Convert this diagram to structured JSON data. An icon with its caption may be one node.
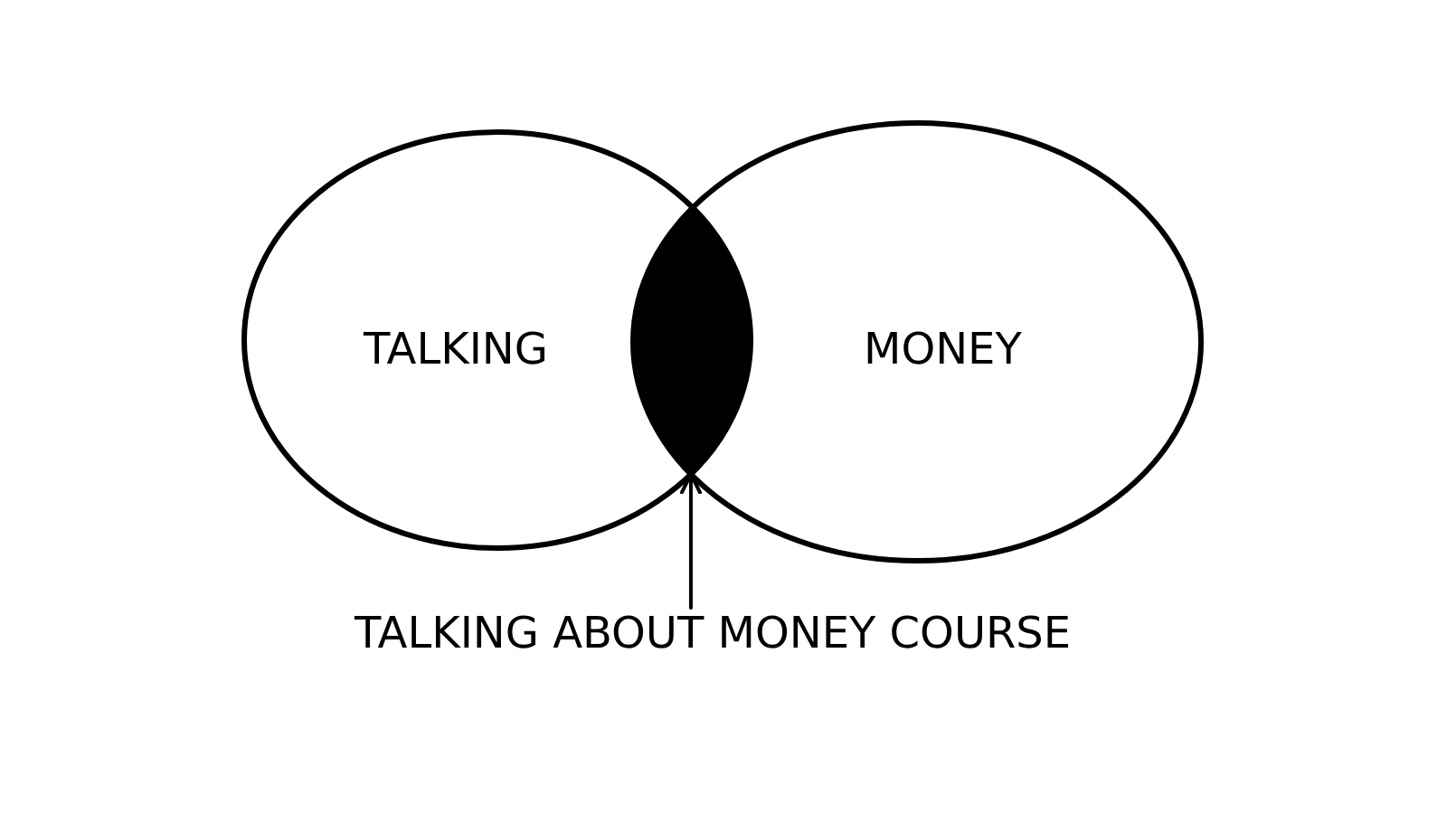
{
  "diagram": {
    "nodes": [
      {
        "text": [
          "TALKING"
        ]
      },
      {
        "text": [
          "MONEY"
        ]
      },
      {
        "text": [],
        "shape": "lens"
      },
      {
        "text": [
          "TALKING ABOUT MONEY COURSE"
        ]
      }
    ],
    "edges": [
      {
        "from": 3,
        "to": 2,
        "arrow": "to"
      }
    ]
  }
}
